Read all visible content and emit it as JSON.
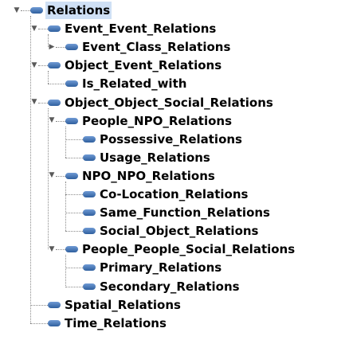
{
  "tree": {
    "label": "Relations",
    "expanded": true,
    "selected": true,
    "children": [
      {
        "label": "Event_Event_Relations",
        "expanded": true,
        "children": [
          {
            "label": "Event_Class_Relations",
            "expanded": false,
            "has_children": true
          }
        ]
      },
      {
        "label": "Object_Event_Relations",
        "expanded": true,
        "children": [
          {
            "label": "Is_Related_with"
          }
        ]
      },
      {
        "label": "Object_Object_Social_Relations",
        "expanded": true,
        "children": [
          {
            "label": "People_NPO_Relations",
            "expanded": true,
            "children": [
              {
                "label": "Possessive_Relations"
              },
              {
                "label": "Usage_Relations"
              }
            ]
          },
          {
            "label": "NPO_NPO_Relations",
            "expanded": true,
            "children": [
              {
                "label": "Co-Location_Relations"
              },
              {
                "label": "Same_Function_Relations"
              },
              {
                "label": "Social_Object_Relations"
              }
            ]
          },
          {
            "label": "People_People_Social_Relations",
            "expanded": true,
            "children": [
              {
                "label": "Primary_Relations"
              },
              {
                "label": "Secondary_Relations"
              }
            ]
          }
        ]
      },
      {
        "label": "Spatial_Relations"
      },
      {
        "label": "Time_Relations"
      }
    ]
  },
  "colors": {
    "selection": "#cfe0f5",
    "folder_icon": "#3b6db0",
    "guide_lines": "#8a8a8a"
  },
  "icons": {
    "expanded": "triangle-down-icon",
    "collapsed": "triangle-right-icon",
    "node": "folder-icon"
  }
}
